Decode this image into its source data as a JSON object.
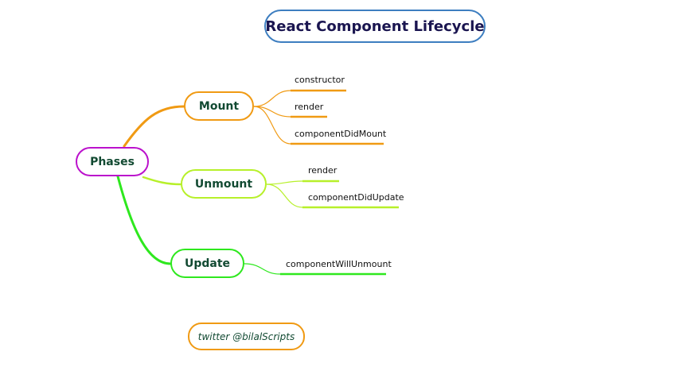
{
  "title": "React Component Lifecycle",
  "root": {
    "label": "Phases",
    "color": "#bb11cc"
  },
  "branches": [
    {
      "id": "mount",
      "label": "Mount",
      "color": "#f09a13",
      "children": [
        "constructor",
        "render",
        "componentDidMount"
      ]
    },
    {
      "id": "unmount",
      "label": "Unmount",
      "color": "#b7f02a",
      "children": [
        "render",
        "componentDidUpdate"
      ]
    },
    {
      "id": "update",
      "label": "Update",
      "color": "#2ee81e",
      "children": [
        "componentWillUnmount"
      ]
    }
  ],
  "credit": "twitter @bilalScripts",
  "colors": {
    "title_border": "#3d7ec0",
    "title_text": "#1a1550",
    "node_text": "#124a32",
    "credit_border": "#f09a13"
  }
}
